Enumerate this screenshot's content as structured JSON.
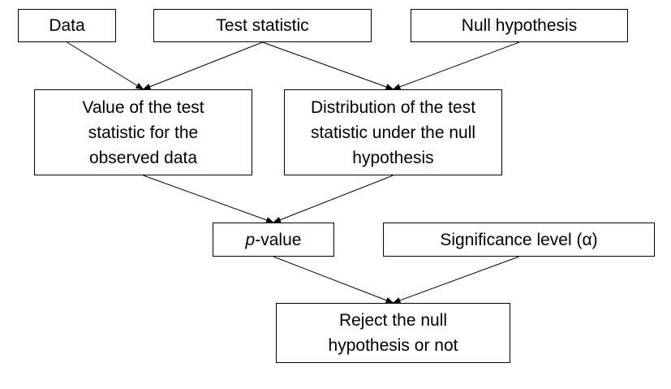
{
  "diagram": {
    "nodes": {
      "data": {
        "text": "Data"
      },
      "test_statistic": {
        "text": "Test statistic"
      },
      "null_hypothesis": {
        "text": "Null hypothesis"
      },
      "observed_value": {
        "lines": [
          "Value of the test",
          "statistic for the",
          "observed data"
        ]
      },
      "null_distribution": {
        "lines": [
          "Distribution of the test",
          "statistic under the null",
          "hypothesis"
        ]
      },
      "p_value": {
        "prefix": "p",
        "suffix": "-value"
      },
      "significance_level": {
        "text": "Significance level (α)"
      },
      "decision": {
        "lines": [
          "Reject the null",
          "hypothesis or not"
        ]
      }
    },
    "edges": [
      {
        "from": "data",
        "to": "observed_value"
      },
      {
        "from": "test_statistic",
        "to": "observed_value"
      },
      {
        "from": "test_statistic",
        "to": "null_distribution"
      },
      {
        "from": "null_hypothesis",
        "to": "null_distribution"
      },
      {
        "from": "observed_value",
        "to": "p_value"
      },
      {
        "from": "null_distribution",
        "to": "p_value"
      },
      {
        "from": "p_value",
        "to": "decision"
      },
      {
        "from": "significance_level",
        "to": "decision"
      }
    ]
  }
}
